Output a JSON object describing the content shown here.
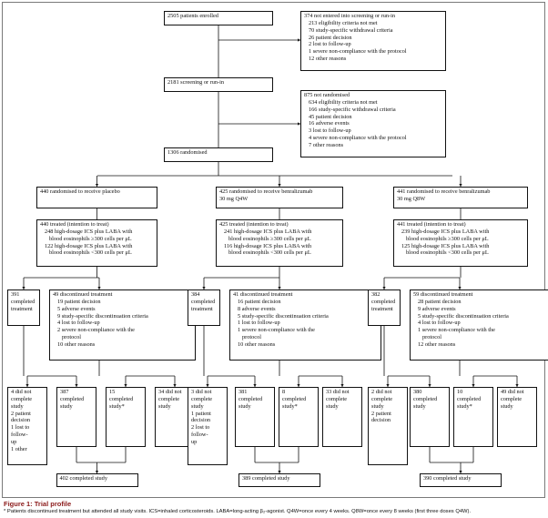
{
  "figure": {
    "title": "Figure 1: Trial profile",
    "footnote": "* Patients discontinued treatment but attended all study visits. ICS=inhaled corticosteroids. LABA=long-acting β₂-agonist. Q4W=once every 4 weeks. Q8W=once every 8 weeks (first three doses Q4W)."
  },
  "flow": {
    "enrolled": "2505 patients enrolled",
    "not_entered": {
      "head": "374 not entered into screening or run-in",
      "items": [
        "213 eligibility criteria not met",
        "70 study-specific withdrawal criteria",
        "26 patient decision",
        "2 lost to follow-up",
        "1 severe non-compliance with the protocol",
        "12 other reasons"
      ]
    },
    "screening": "2181 screening or run-in",
    "not_randomised": {
      "head": "875 not randomised",
      "items": [
        "634 eligibility criteria not met",
        "166 study-specific withdrawal criteria",
        "45 patient decision",
        "16 adverse events",
        "3 lost to follow-up",
        "4 severe non-compliance with the protocol",
        "7 other reasons"
      ]
    },
    "randomised": "1306 randomised",
    "arms": [
      {
        "rand": [
          "440 randomised to receive placebo"
        ],
        "treated": {
          "head": "440 treated (intention to treat)",
          "items": [
            "248 high-dosage ICS plus LABA with",
            "blood eosinophils ≥300 cells per μL",
            "122 high-dosage ICS plus LABA with",
            "blood eosinophils <300 cells per μL"
          ]
        },
        "completed_treatment": [
          "391",
          "completed",
          "treatment"
        ],
        "discontinued": {
          "head": "49 discontinued treatment",
          "items": [
            "19 patient decision",
            "5 adverse events",
            "9 study-specific discontinuation criteria",
            "4 lost to follow-up",
            "2 severe non-compliance with the",
            "protocol",
            "10 other reasons"
          ]
        },
        "s1": [
          "4 did not",
          "complete",
          "study",
          "2 patient",
          "decision",
          "1 lost to",
          "follow-",
          "up",
          "1 other"
        ],
        "s2": [
          "387",
          "completed",
          "study"
        ],
        "s3": [
          "15",
          "completed",
          "study*"
        ],
        "s4": [
          "34 did not",
          "complete",
          "study"
        ],
        "final": "402 completed study"
      },
      {
        "rand": [
          "425 randomised to receive benralizumab",
          "30 mg Q4W"
        ],
        "treated": {
          "head": "425 treated (intention to treat)",
          "items": [
            "241 high-dosage ICS plus LABA with",
            "blood eosinophils ≥300 cells per μL",
            "116 high-dosage ICS plus LABA with",
            "blood eosinophils <300 cells per μL"
          ]
        },
        "completed_treatment": [
          "384",
          "completed",
          "treatment"
        ],
        "discontinued": {
          "head": "41 discontinued treatment",
          "items": [
            "16 patient decision",
            "8 adverse events",
            "5 study-specific discontinuation criteria",
            "1 lost to follow-up",
            "1 severe non-compliance with the",
            "protocol",
            "10 other reasons"
          ]
        },
        "s1": [
          "3 did not",
          "complete",
          "study",
          "1 patient",
          "decision",
          "2 lost to",
          "follow-",
          "up"
        ],
        "s2": [
          "381",
          "completed",
          "study"
        ],
        "s3": [
          "8",
          "completed",
          "study*"
        ],
        "s4": [
          "33 did not",
          "complete",
          "study"
        ],
        "final": "389 completed study"
      },
      {
        "rand": [
          "441 randomised to receive benralizumab",
          "30 mg Q8W"
        ],
        "treated": {
          "head": "441 treated (intention to treat)",
          "items": [
            "239 high-dosage ICS plus LABA with",
            "blood eosinophils ≥300 cells per μL",
            "125 high-dosage ICS plus LABA with",
            "blood eosinophils <300 cells per μL"
          ]
        },
        "completed_treatment": [
          "382",
          "completed",
          "treatment"
        ],
        "discontinued": {
          "head": "59 discontinued treatment",
          "items": [
            "28 patient decision",
            "9 adverse events",
            "5 study-specific discontinuation criteria",
            "4 lost to follow-up",
            "1 severe non-compliance with the",
            "protocol",
            "12 other reasons"
          ]
        },
        "s1": [
          "2 did not",
          "complete",
          "study",
          "2 patient",
          "decision"
        ],
        "s2": [
          "380",
          "completed",
          "study"
        ],
        "s3": [
          "10",
          "completed",
          "study*"
        ],
        "s4": [
          "49 did not",
          "complete",
          "study"
        ],
        "final": "390 completed study"
      }
    ]
  }
}
